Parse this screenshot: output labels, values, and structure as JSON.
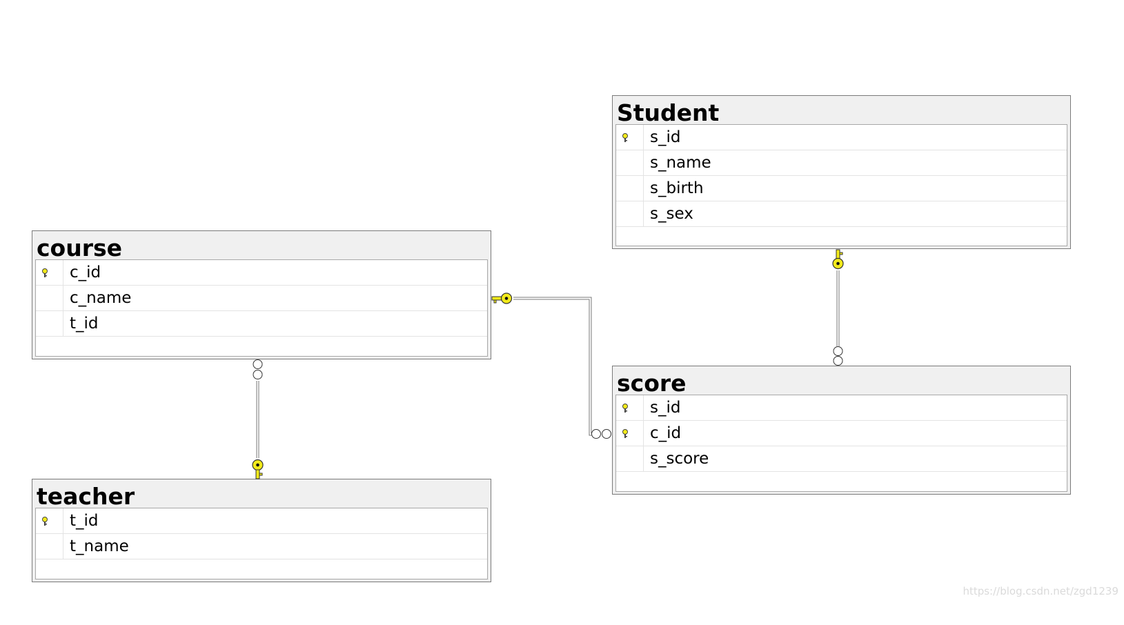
{
  "tables": {
    "student": {
      "title": "Student",
      "columns": [
        {
          "name": "s_id",
          "primary_key": true
        },
        {
          "name": "s_name",
          "primary_key": false
        },
        {
          "name": "s_birth",
          "primary_key": false
        },
        {
          "name": "s_sex",
          "primary_key": false
        }
      ]
    },
    "course": {
      "title": "course",
      "columns": [
        {
          "name": "c_id",
          "primary_key": true
        },
        {
          "name": "c_name",
          "primary_key": false
        },
        {
          "name": "t_id",
          "primary_key": false
        }
      ]
    },
    "score": {
      "title": "score",
      "columns": [
        {
          "name": "s_id",
          "primary_key": true
        },
        {
          "name": "c_id",
          "primary_key": true
        },
        {
          "name": "s_score",
          "primary_key": false
        }
      ]
    },
    "teacher": {
      "title": "teacher",
      "columns": [
        {
          "name": "t_id",
          "primary_key": true
        },
        {
          "name": "t_name",
          "primary_key": false
        }
      ]
    }
  },
  "relationships": [
    {
      "from": "course",
      "to": "score",
      "one_side": "course",
      "many_side": "score"
    },
    {
      "from": "student",
      "to": "score",
      "one_side": "student",
      "many_side": "score"
    },
    {
      "from": "teacher",
      "to": "course",
      "one_side": "teacher",
      "many_side": "course"
    }
  ],
  "colors": {
    "key_fill": "#f2ea1a",
    "border": "#7a7a7a",
    "header_bg": "#f0f0f0"
  },
  "watermark": "https://blog.csdn.net/zgd1239"
}
